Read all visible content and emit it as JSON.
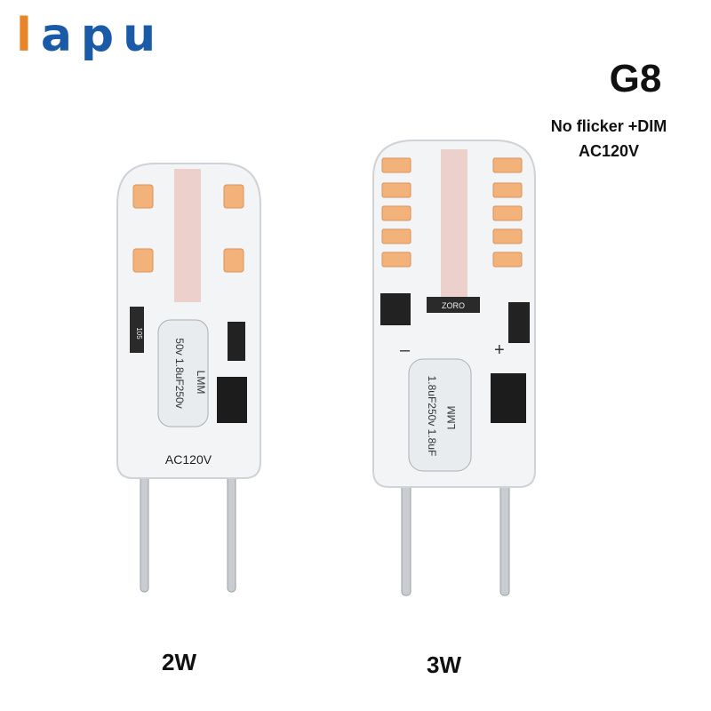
{
  "brand": {
    "logo_first": "l",
    "logo_rest": "apu",
    "colors": {
      "l": "#e8842a",
      "apu": "#1a5aa6"
    }
  },
  "specs": {
    "base_type": "G8",
    "feature_1": "No flicker +DIM",
    "feature_2": "AC120V"
  },
  "bulbs": [
    {
      "wattage": "2W",
      "pcb_label": "AC120V",
      "capacitor_label": "50v 1.8uF250v",
      "cap_mark": "LMM",
      "resistor_label": "105"
    },
    {
      "wattage": "3W",
      "pcb_label": "",
      "capacitor_label": "1.8uF250v 1.8uF",
      "cap_mark": "LMM",
      "resistor_label": "ZORO"
    }
  ],
  "led_color": "#f2b27a"
}
